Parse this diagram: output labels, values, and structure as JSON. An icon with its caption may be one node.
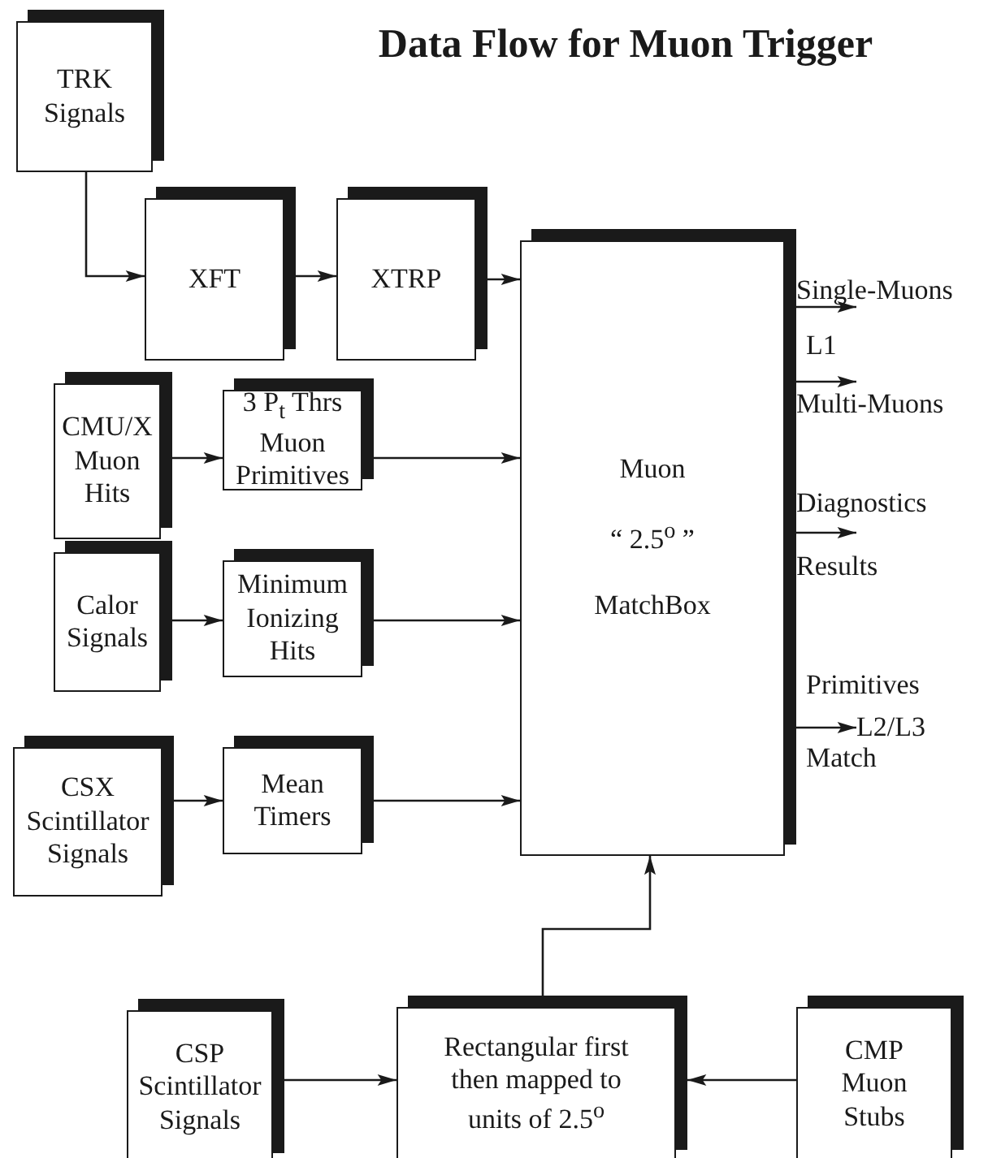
{
  "diagram": {
    "title": "Data Flow for Muon Trigger",
    "nodes": [
      {
        "text": [
          "TRK Signals"
        ]
      },
      {
        "text": [
          "XFT"
        ]
      },
      {
        "text": [
          "XTRP"
        ]
      },
      {
        "text": [
          "Muon",
          "“ 2.5$^{o}$ ”",
          "MatchBox"
        ]
      },
      {
        "text": [
          "CMU/X Muon Hits"
        ]
      },
      {
        "text": [
          "3 P$_{t}$ Thrs Muon Primitives"
        ]
      },
      {
        "text": [
          "Calor Signals"
        ]
      },
      {
        "text": [
          "Minimum Ionizing Hits"
        ]
      },
      {
        "text": [
          "CSX Scintillator Signals"
        ]
      },
      {
        "text": [
          "Mean Timers"
        ]
      },
      {
        "text": [
          "CSP Scintillator Signals"
        ]
      },
      {
        "text": [
          "Rectangular first then mapped to units of 2.5$^{o}$"
        ]
      },
      {
        "text": [
          "CMP Muon Stubs"
        ]
      },
      {
        "text": [
          "L2/L3"
        ]
      },
      {
        "text": [
          "Results"
        ]
      }
    ],
    "edges": [
      {
        "from": 0,
        "to": 1,
        "arrow": "to"
      },
      {
        "from": 1,
        "to": 2,
        "arrow": "to"
      },
      {
        "from": 2,
        "to": 3,
        "arrow": "to"
      },
      {
        "from": 4,
        "to": 5,
        "arrow": "to"
      },
      {
        "from": 5,
        "to": 3,
        "arrow": "to"
      },
      {
        "from": 6,
        "to": 7,
        "arrow": "to"
      },
      {
        "from": 7,
        "to": 3,
        "arrow": "to"
      },
      {
        "from": 8,
        "to": 9,
        "arrow": "to"
      },
      {
        "from": 9,
        "to": 3,
        "arrow": "to"
      },
      {
        "from": 10,
        "to": 11,
        "arrow": "to"
      },
      {
        "from": 12,
        "to": 11,
        "arrow": "to"
      },
      {
        "from": 11,
        "to": 3,
        "arrow": "to"
      },
      {
        "from": 3,
        "to": null,
        "arrow": "to",
        "label": "Single-Muons"
      },
      {
        "from": 3,
        "to": null,
        "arrow": "to",
        "label": "Multi-Muons"
      },
      {
        "from": 3,
        "to": 14,
        "arrow": "to",
        "label": "Diagnostics"
      },
      {
        "from": 3,
        "to": 13,
        "arrow": "to"
      }
    ],
    "labels": [
      "L1",
      "Primitives",
      "Match"
    ]
  }
}
